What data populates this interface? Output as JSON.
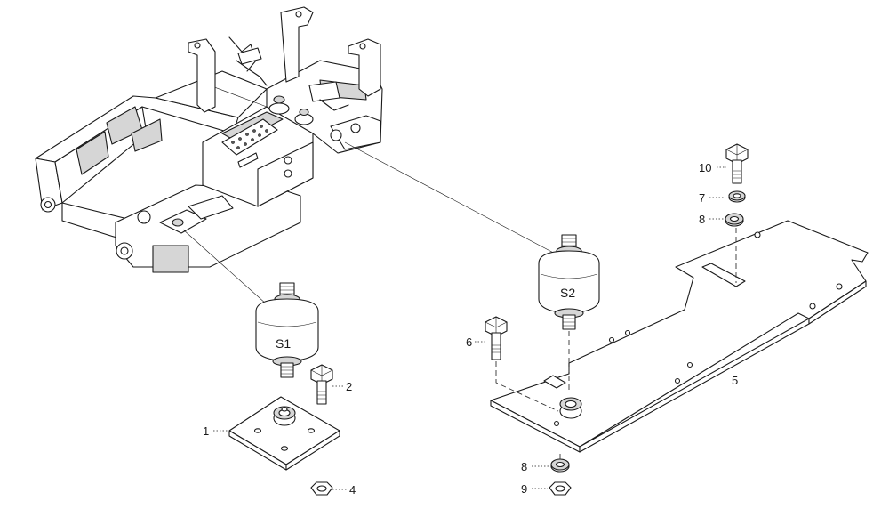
{
  "mounts": {
    "s1": "S1",
    "s2": "S2"
  },
  "callouts": {
    "c1": "1",
    "c2": "2",
    "c4": "4",
    "c5": "5",
    "c6": "6",
    "c7": "7",
    "c8a": "8",
    "c8b": "8",
    "c9": "9",
    "c10": "10"
  }
}
